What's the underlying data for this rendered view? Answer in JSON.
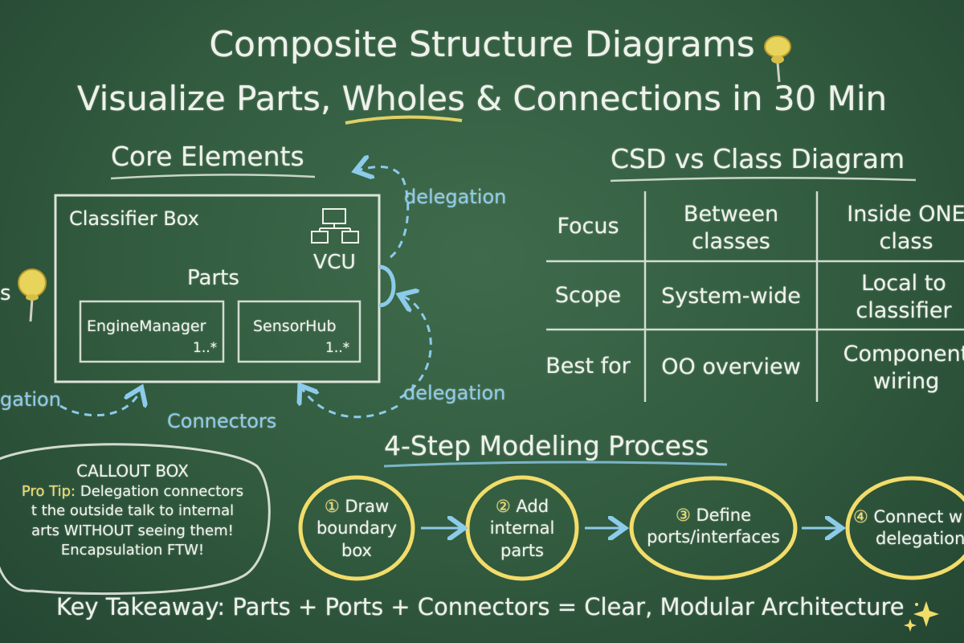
{
  "title": {
    "line1": "Composite Structure Diagrams",
    "line2": "Visualize Parts, Wholes & Connections in 30 Min"
  },
  "core": {
    "heading": "Core Elements",
    "classifier_label": "Classifier Box",
    "vcu_label": "VCU",
    "parts_label": "Parts",
    "parts": [
      {
        "name": "EngineManager",
        "multiplicity": "1..*"
      },
      {
        "name": "SensorHub",
        "multiplicity": "1..*"
      }
    ],
    "delegation_top": "delegation",
    "delegation_right": "delegation",
    "delegation_left": "gation",
    "connectors_label": "Connectors",
    "left_edge_text": "s"
  },
  "comparison": {
    "heading": "CSD vs Class Diagram",
    "rows": [
      {
        "label": "Focus",
        "class_diagram": "Between classes",
        "csd": "Inside ONE class"
      },
      {
        "label": "Scope",
        "class_diagram": "System-wide",
        "csd": "Local to classifier"
      },
      {
        "label": "Best for",
        "class_diagram": "OO overview",
        "csd": "Component wiring"
      }
    ]
  },
  "callout": {
    "title": "CALLOUT BOX",
    "pro_tip_label": "Pro Tip:",
    "line1_rest": "Delegation connectors",
    "line2": "t the outside talk to internal",
    "line3": "arts WITHOUT seeing them!",
    "line4": "Encapsulation FTW!"
  },
  "process": {
    "heading": "4-Step Modeling Process",
    "steps": [
      {
        "num": "①",
        "first": "Draw",
        "rest": [
          "boundary",
          "box"
        ]
      },
      {
        "num": "②",
        "first": "Add",
        "rest": [
          "internal",
          "parts"
        ]
      },
      {
        "num": "③",
        "first": "Define",
        "rest": [
          "ports/interfaces"
        ]
      },
      {
        "num": "④",
        "first": "Connect w",
        "rest": [
          "delegation"
        ]
      }
    ]
  },
  "takeaway": "Key Takeaway: Parts + Ports + Connectors = Clear, Modular Architecture",
  "icons": [
    "pin-icon",
    "hierarchy-icon",
    "sparkle-icon"
  ],
  "colors": {
    "board": "#315a3e",
    "chalk": "#eef2ea",
    "blue": "#8ccbea",
    "yellow": "#f2dc6a"
  }
}
